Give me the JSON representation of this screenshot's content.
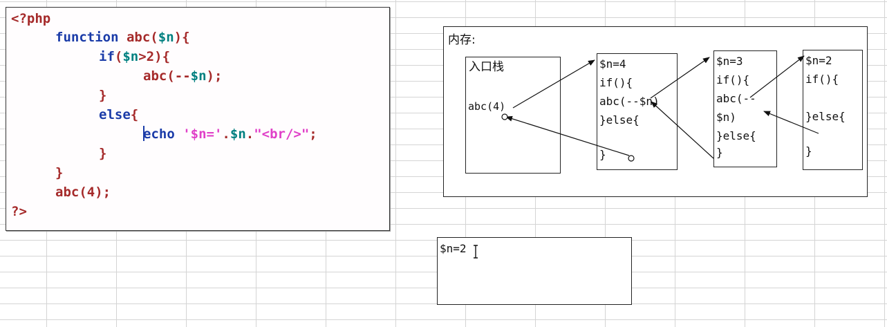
{
  "code": {
    "open_tag": "<?php",
    "kw_function": "function",
    "fn_name": "abc",
    "param": "$n",
    "kw_if": "if",
    "cond_var": "$n",
    "cond_op": ">2",
    "recursive_call": "abc(--",
    "recursive_var": "$n",
    "call_close": ");",
    "close_brace": "}",
    "kw_else": "else",
    "kw_echo": "echo",
    "str_1": "'$n='",
    "concat": ".",
    "echo_var": "$n",
    "str_2": "\"<br/>\"",
    "semicolon": ";",
    "main_call": "abc(4);",
    "close_tag": "?>"
  },
  "memory": {
    "title": "内存:",
    "entry_stack_label": "入口栈",
    "entry_call": "abc(4)",
    "frame1": [
      "$n=4",
      "if(){",
      "abc(--$n)",
      "}else{",
      "",
      "}"
    ],
    "frame2": [
      "$n=3",
      "if(){",
      "abc(--",
      "$n)",
      "}else{",
      "}"
    ],
    "frame3": [
      "$n=2",
      "if(){",
      "",
      "}else{",
      "",
      "}"
    ]
  },
  "output": {
    "text": "$n=2"
  },
  "colors": {
    "tag": "#a52a2a",
    "keyword": "#1a3ba8",
    "variable": "#008080",
    "string": "#e040c8",
    "grid": "#d4d4d4"
  }
}
